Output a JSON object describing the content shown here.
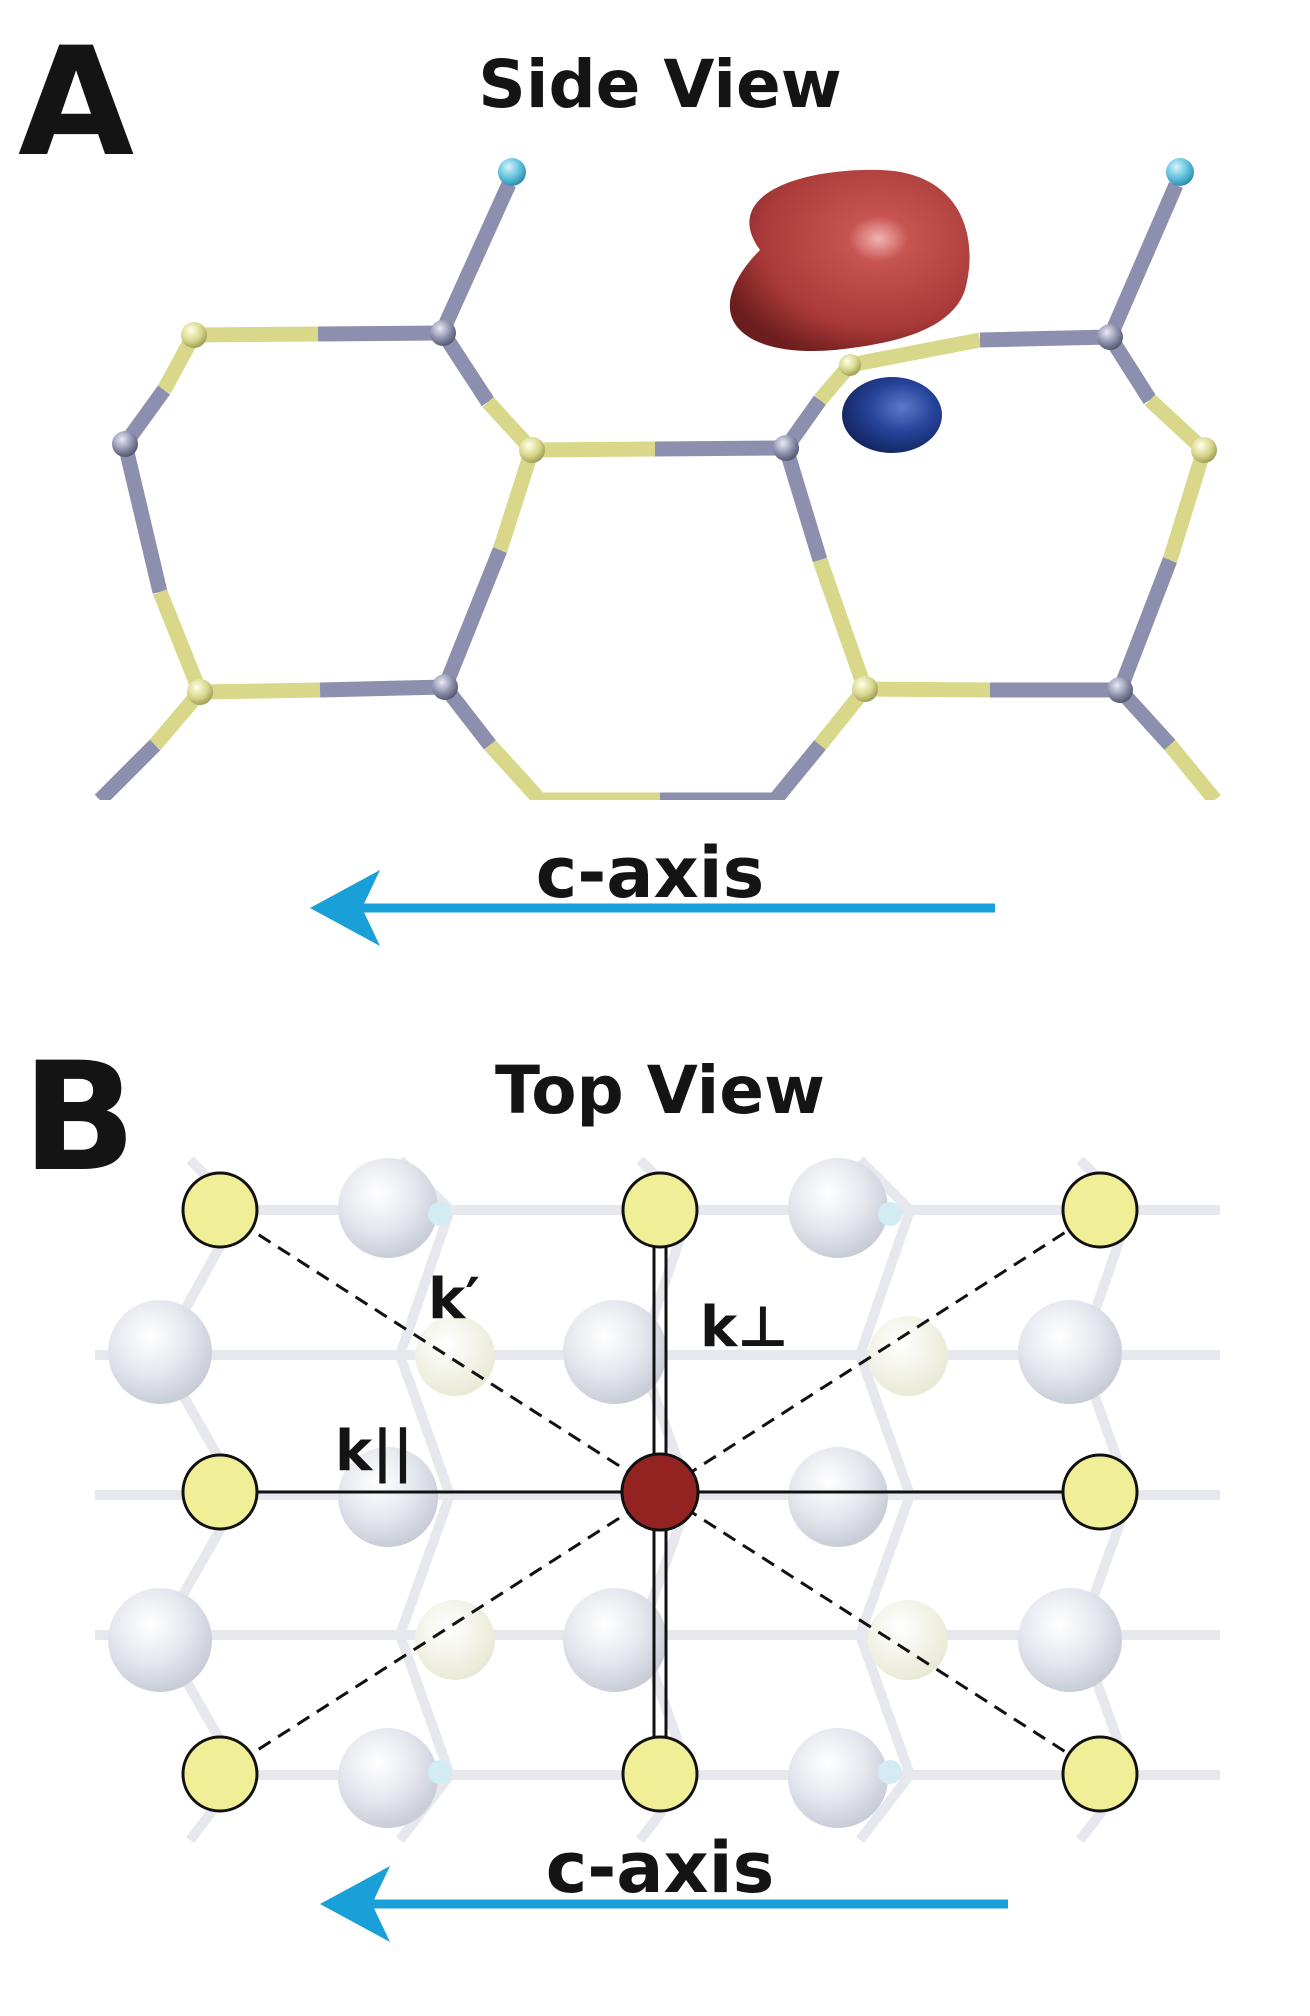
{
  "panel_a": {
    "letter": "A",
    "title": "Side View",
    "axis_label": "c-axis"
  },
  "panel_b": {
    "letter": "B",
    "title": "Top View",
    "axis_label": "c-axis",
    "k_prime": "k′",
    "k_perp": "k⊥",
    "k_par": "k||"
  },
  "colors": {
    "bond_gray": "#8d8fae",
    "bond_yellow": "#d9d88a",
    "hydrogen": "#5cc0dd",
    "lobe_red": "#b5403f",
    "lobe_blue": "#1f3a8f",
    "axis_arrow": "#1aa0d8",
    "site_yellow": "#f1ee98",
    "site_red": "#922321",
    "ghost_atom": "#e4e7ee"
  }
}
